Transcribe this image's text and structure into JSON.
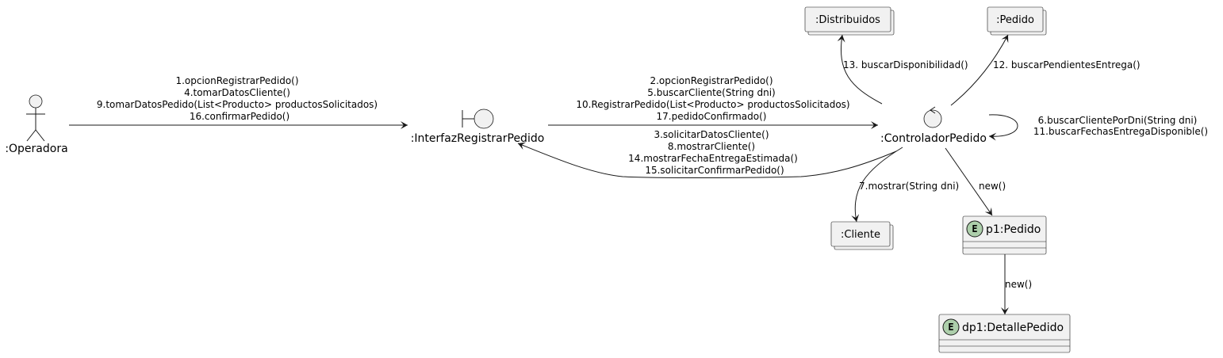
{
  "actors": {
    "operadora": ":Operadora"
  },
  "boundary": {
    "interfaz": ":InterfazRegistrarPedido"
  },
  "control": {
    "controlador": ":ControladorPedido"
  },
  "collections": {
    "distribuidos": ":Distribuidos",
    "pedido": ":Pedido",
    "cliente": ":Cliente"
  },
  "entities": {
    "badge": "E",
    "p1": "p1:Pedido",
    "dp1": "dp1:DetallePedido"
  },
  "messages": {
    "operadora_to_interfaz": [
      "1.opcionRegistrarPedido()",
      "4.tomarDatosCliente()",
      "9.tomarDatosPedido(List<Producto> productosSolicitados)",
      "16.confirmarPedido()"
    ],
    "interfaz_to_controlador": [
      "2.opcionRegistrarPedido()",
      "5.buscarCliente(String dni)",
      "10.RegistrarPedido(List<Producto> productosSolicitados)",
      "17.pedidoConfirmado()"
    ],
    "controlador_to_interfaz": [
      "3.solicitarDatosCliente()",
      "8.mostrarCliente()",
      "14.mostrarFechaEntregaEstimada()",
      "15.solicitarConfirmarPedido()"
    ],
    "controlador_self": [
      "6.buscarClientePorDni(String dni)",
      "11.buscarFechasEntregaDisponible()"
    ],
    "to_distribuidos": "13. buscarDisponibilidad()",
    "to_pedido": "12. buscarPendientesEntrega()",
    "to_cliente": "7.mostrar(String dni)",
    "to_p1": "new()",
    "p1_to_dp1": "new()"
  }
}
